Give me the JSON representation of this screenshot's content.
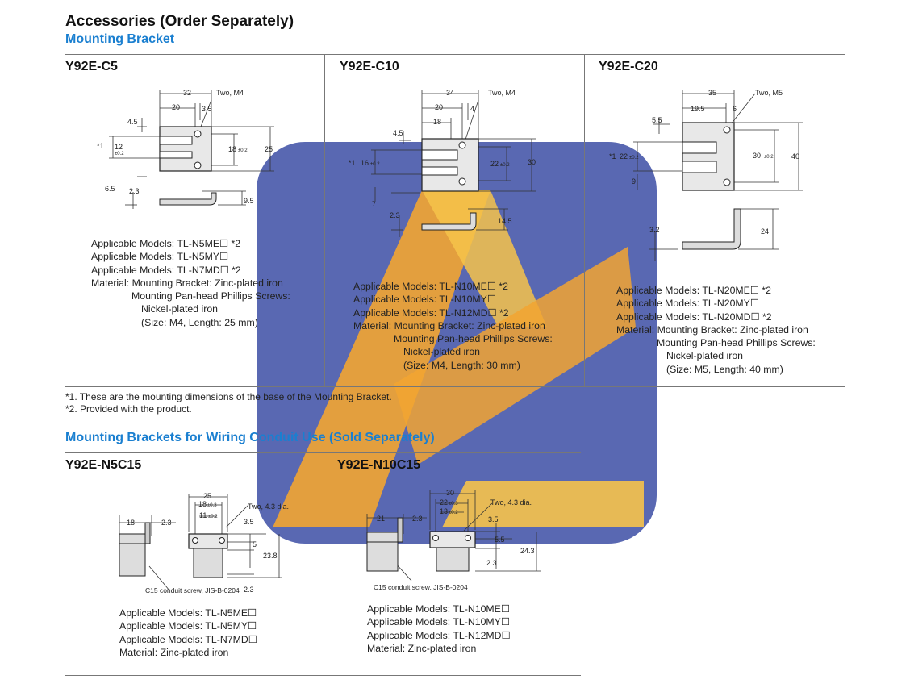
{
  "title": "Accessories (Order Separately)",
  "subtitle": "Mounting Bracket",
  "products": [
    {
      "name": "Y92E-C5",
      "specs": [
        "Applicable Models: TL-N5ME☐ *2",
        "Applicable Models: TL-N5MY☐",
        "Applicable Models: TL-N7MD☐ *2",
        "Material: Mounting Bracket: Zinc-plated iron",
        "Mounting Pan-head Phillips Screws:",
        "Nickel-plated iron",
        "(Size: M4, Length: 25 mm)"
      ],
      "dims": {
        "w_total": "32",
        "w_hole": "20",
        "hole_off": "3.5",
        "screw": "Two, M4",
        "top": "4.5",
        "base_a": "12",
        "base_b": "±0.2",
        "star": "*1",
        "hole_sp": "18",
        "hole_tol": "±0.2",
        "height": "25",
        "bottom": "6.5",
        "thick": "2.3",
        "side_h": "9.5"
      }
    },
    {
      "name": "Y92E-C10",
      "specs": [
        "Applicable Models: TL-N10ME☐ *2",
        "Applicable Models: TL-N10MY☐",
        "Applicable Models: TL-N12MD☐ *2",
        "Material: Mounting Bracket: Zinc-plated iron",
        "Mounting Pan-head Phillips Screws:",
        "Nickel-plated iron",
        "(Size: M4, Length: 30 mm)"
      ],
      "dims": {
        "w_total": "34",
        "w_hole": "20",
        "hole_off": "4",
        "w_in": "18",
        "screw": "Two, M4",
        "top": "4.5",
        "star": "*1",
        "base": "16",
        "base_tol": "±0.2",
        "hole_sp": "22",
        "hole_tol": "±0.2",
        "height": "30",
        "bottom": "7",
        "thick": "2.3",
        "side_h": "14.5"
      }
    },
    {
      "name": "Y92E-C20",
      "specs": [
        "Applicable Models: TL-N20ME☐ *2",
        "Applicable Models: TL-N20MY☐",
        "Applicable Models: TL-N20MD☐ *2",
        "Material: Mounting Bracket: Zinc-plated iron",
        "Mounting Pan-head Phillips Screws:",
        "Nickel-plated iron",
        "(Size: M5, Length: 40 mm)"
      ],
      "dims": {
        "w_total": "35",
        "w_hole": "19.5",
        "hole_off": "6",
        "screw": "Two, M5",
        "top": "5.5",
        "star": "*1",
        "base": "22",
        "base_tol": "±0.2",
        "hole_sp": "30",
        "hole_tol": "±0.2",
        "height": "40",
        "bottom": "9",
        "thick": "3.2",
        "side_h": "24"
      }
    }
  ],
  "notes": [
    "*1. These are the mounting dimensions of the base of the Mounting Bracket.",
    "*2. Provided with the product."
  ],
  "subtitle2": "Mounting Brackets for Wiring Conduit Use (Sold Separately)",
  "conduit": [
    {
      "name": "Y92E-N5C15",
      "specs": [
        "Applicable Models: TL-N5ME☐",
        "Applicable Models: TL-N5MY☐",
        "Applicable Models: TL-N7MD☐",
        "Material: Zinc-plated iron"
      ],
      "dims": {
        "side_w": "18",
        "thick": "2.3",
        "w_total": "25",
        "w_a": "18",
        "w_a_tol": "±0.3",
        "w_b": "11",
        "w_b_tol": "±0.2",
        "holes": "Two, 4.3 dia.",
        "top": "3.5",
        "mid": "5",
        "height": "23.8",
        "bot": "2.3",
        "screw": "C15 conduit screw, JIS-B-0204"
      }
    },
    {
      "name": "Y92E-N10C15",
      "specs": [
        "Applicable Models: TL-N10ME☐",
        "Applicable Models: TL-N10MY☐",
        "Applicable Models: TL-N12MD☐",
        "Material: Zinc-plated iron"
      ],
      "dims": {
        "side_w": "21",
        "thick": "2.3",
        "w_total": "30",
        "w_a": "22",
        "w_a_tol": "±0.3",
        "w_b": "13",
        "w_b_tol": "±0.2",
        "holes": "Two, 4.3 dia.",
        "top": "3.5",
        "mid": "5.5",
        "height": "24.3",
        "bot": "2.3",
        "screw": "C15 conduit screw, JIS-B-0204"
      }
    }
  ],
  "colors": {
    "accent": "#1a7fd0",
    "watermark_blue": "#2a3d9c",
    "watermark_orange": "#f2a531"
  }
}
